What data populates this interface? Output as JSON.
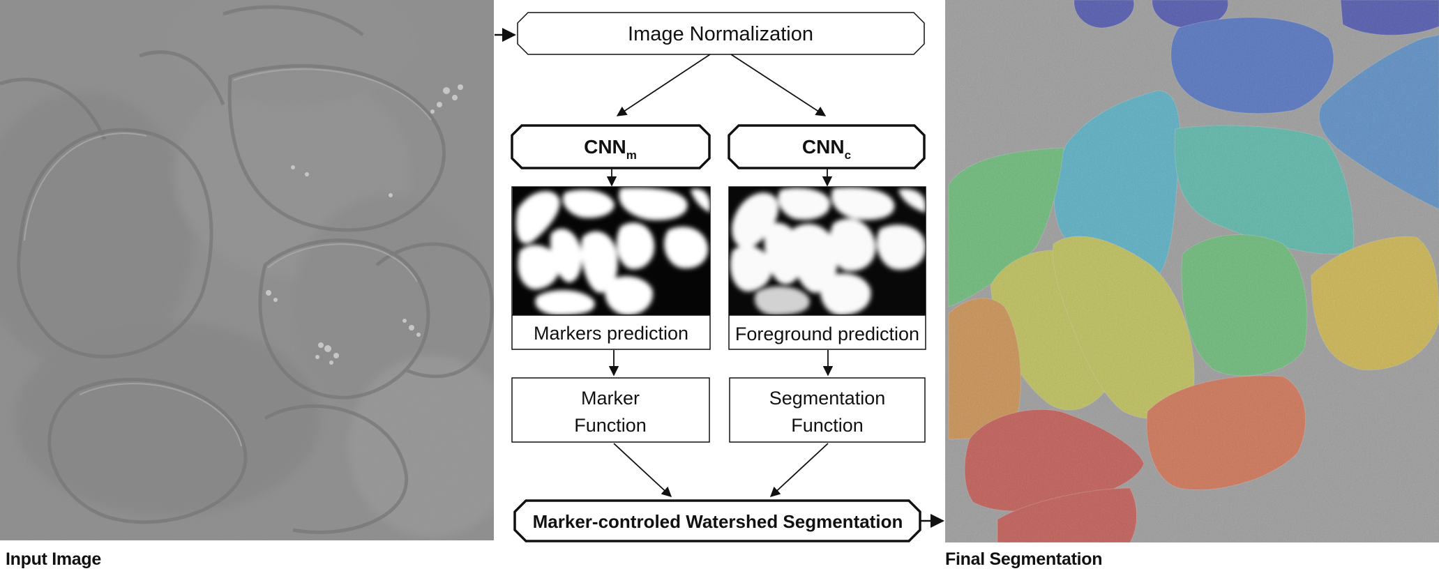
{
  "captions": {
    "input": "Input Image",
    "final": "Final Segmentation"
  },
  "diagram": {
    "normalization": "Image Normalization",
    "cnn_m": {
      "base": "CNN",
      "sub": "m"
    },
    "cnn_c": {
      "base": "CNN",
      "sub": "c"
    },
    "markers_prediction": "Markers prediction",
    "foreground_prediction": "Foreground prediction",
    "marker_function": [
      "Marker",
      "Function"
    ],
    "segmentation_function": [
      "Segmentation",
      "Function"
    ],
    "watershed": "Marker-controled Watershed Segmentation"
  },
  "colors": {
    "line": "#111111",
    "micrograph_bg": "#8c8c8c",
    "segmentation_bg": "#9a9a9a",
    "cell_palette": [
      "#2a35b5",
      "#2f5fd0",
      "#3a86d8",
      "#36b8d8",
      "#3cc4b0",
      "#52c866",
      "#8ed04a",
      "#cfd03a",
      "#e2c028",
      "#e08a2e",
      "#e85f33",
      "#d43a30"
    ]
  }
}
